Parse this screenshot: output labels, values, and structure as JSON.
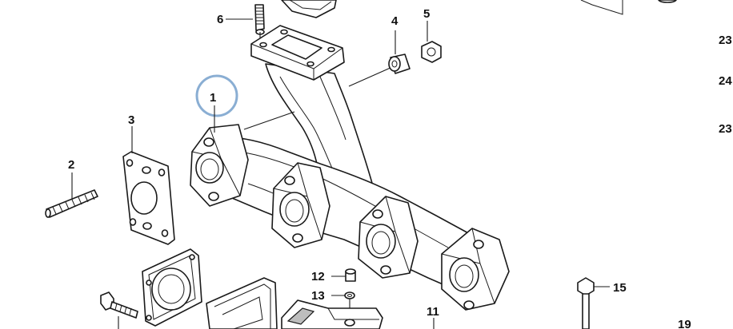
{
  "callouts": {
    "c1": "1",
    "c2": "2",
    "c3": "3",
    "c4": "4",
    "c5": "5",
    "c6": "6",
    "c11": "11",
    "c12": "12",
    "c13": "13",
    "c15": "15",
    "c19": "19",
    "c23a": "23",
    "c24": "24",
    "c23b": "23"
  },
  "colors": {
    "highlight_ring": "#8aaed3",
    "line": "#1a1a1a",
    "shade": "#bdbdbd"
  }
}
